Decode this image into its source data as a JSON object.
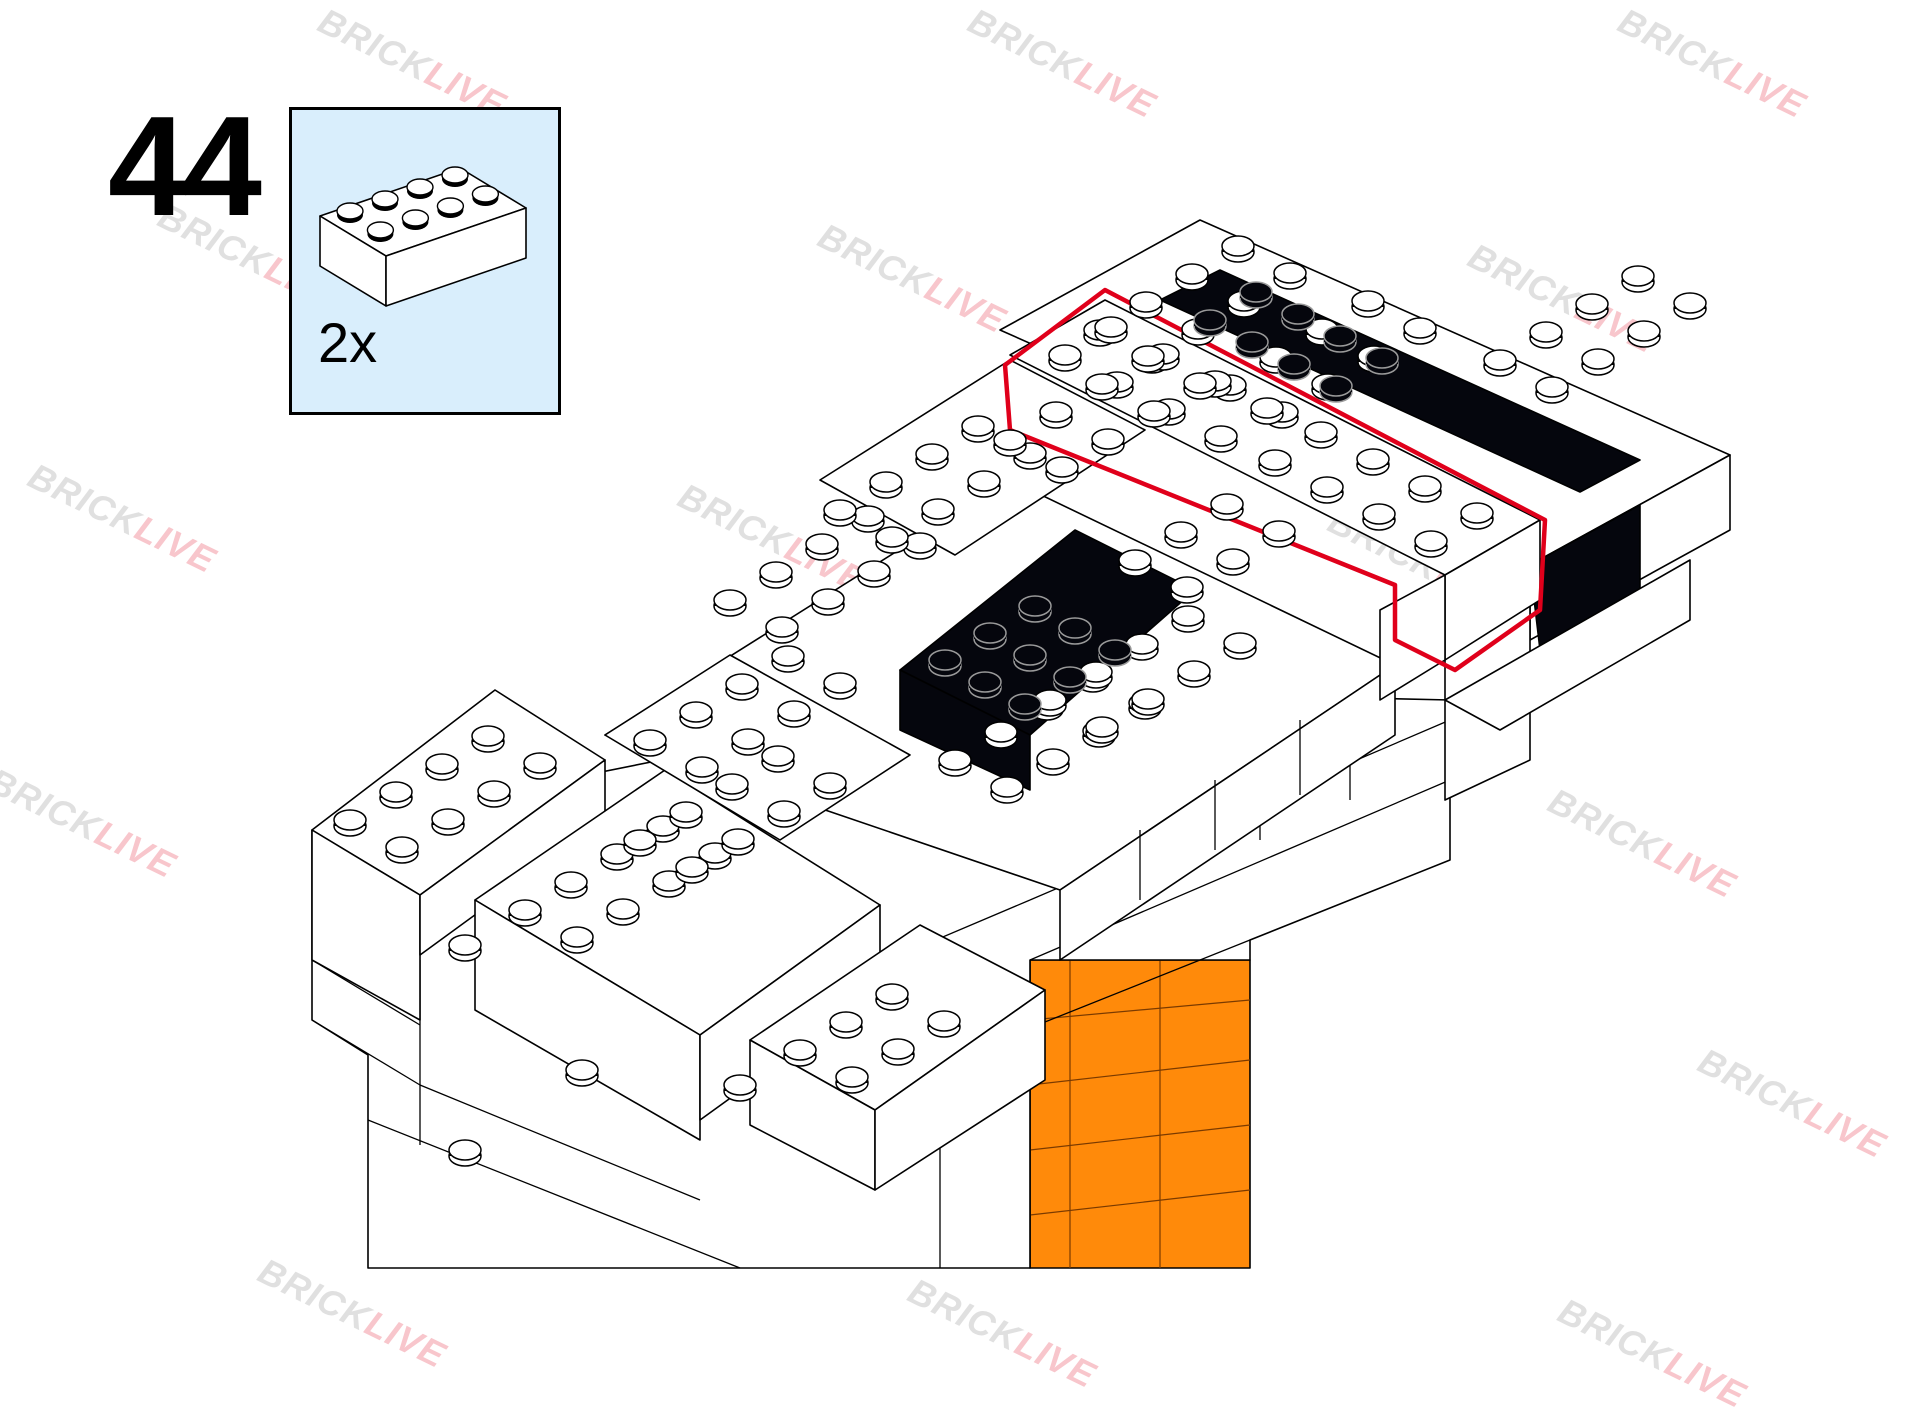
{
  "step": {
    "number": "44"
  },
  "parts": [
    {
      "icon": "white-brick-2x4-icon",
      "quantity": "2x"
    }
  ],
  "watermark": {
    "text_a": "BRICK",
    "text_b": "LIVE"
  },
  "colors": {
    "callout_background": "#d9eefc",
    "highlight": "#e0001b",
    "white_brick": "#ffffff",
    "black_brick": "#05060d",
    "orange_brick": "#ff8a0a"
  }
}
